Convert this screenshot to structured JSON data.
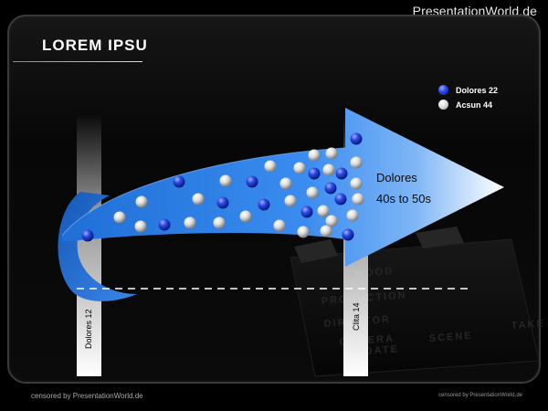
{
  "brand": "PresentationWorld.de",
  "title": "LOREM IPSU",
  "legend": [
    {
      "label": "Dolores 22",
      "color": "#2a47e0"
    },
    {
      "label": "Acsun 44",
      "color": "#e0e0e0"
    }
  ],
  "arrow": {
    "line1": "Dolores",
    "line2": "40s  to  50s"
  },
  "columns": {
    "left": "Dolores 12",
    "right": "Clita 14"
  },
  "clapperboard": [
    "WOOD",
    "PRODUCTION",
    "DIRECTOR",
    "CAMERA",
    "DATE",
    "SCENE",
    "TAKE"
  ],
  "footer": {
    "left": "censored  by PresentationWorld.de",
    "right": "censored  by PresentationWorld.de"
  },
  "colors": {
    "arrow": "#2e7fe0",
    "dot_blue": "#2a47e0",
    "dot_white": "#e6e6e6"
  }
}
